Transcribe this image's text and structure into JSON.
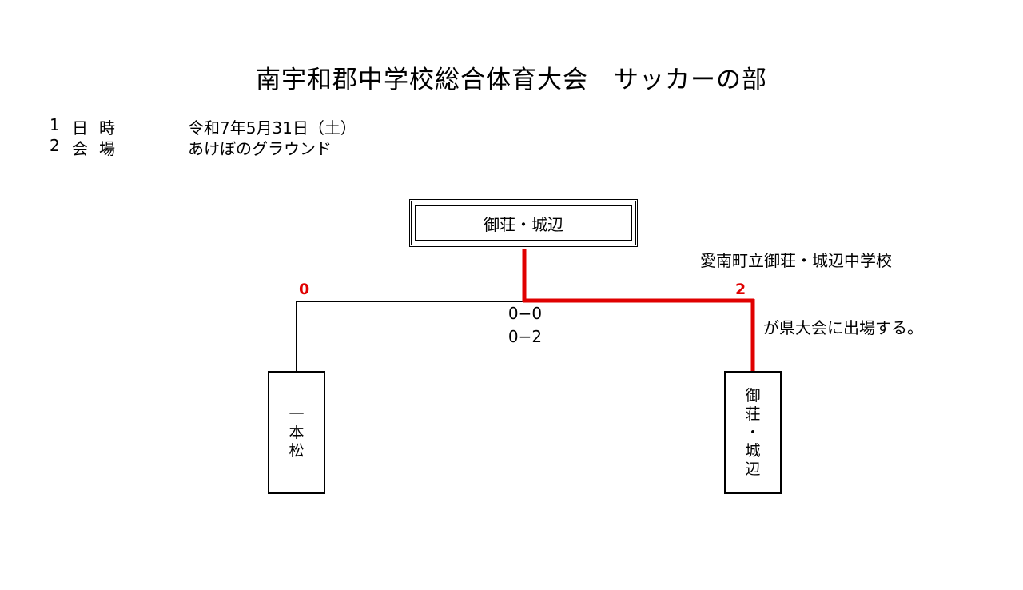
{
  "title": "南宇和郡中学校総合体育大会　サッカーの部",
  "info": [
    {
      "num": "1",
      "label": "日時",
      "value": "令和7年5月31日（土）"
    },
    {
      "num": "2",
      "label": "会場",
      "value": "あけぼのグラウンド"
    }
  ],
  "winner": "御荘・城辺",
  "notice": {
    "line1": "愛南町立御荘・城辺中学校",
    "line2": "が県大会に出場する。"
  },
  "match": {
    "left_score": "0",
    "right_score": "2",
    "half_score": "0−0",
    "final_score": "0−2"
  },
  "teams": {
    "left": [
      "一",
      "本",
      "松"
    ],
    "right": [
      "御",
      "荘",
      "・",
      "城",
      "辺"
    ]
  },
  "colors": {
    "winner_line": "#e00000",
    "line": "#000000"
  }
}
